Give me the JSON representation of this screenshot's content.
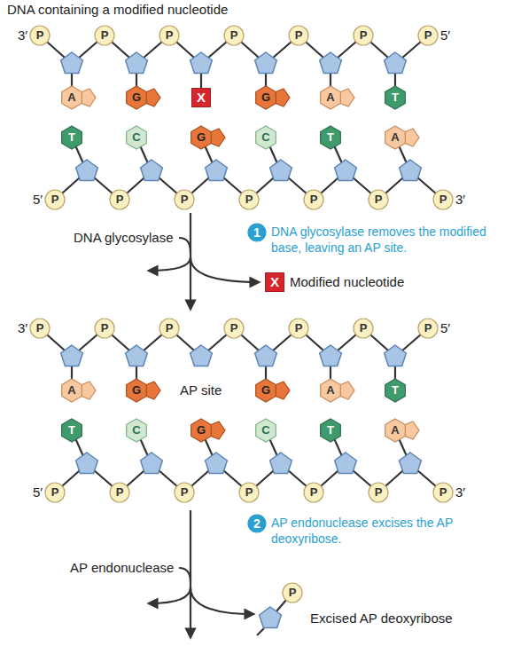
{
  "diagram": {
    "title": "DNA containing a modified nucleotide",
    "nodes": [
      {
        "text": [
          "P"
        ]
      },
      {
        "text": [
          "P"
        ]
      },
      {
        "text": [
          "P"
        ]
      },
      {
        "text": [
          "P"
        ]
      },
      {
        "text": [
          "P"
        ]
      },
      {
        "text": [
          "P"
        ]
      },
      {
        "text": [
          "P"
        ]
      },
      {
        "text": [
          "A"
        ]
      },
      {
        "text": [
          "G"
        ]
      },
      {
        "text": [
          "X"
        ]
      },
      {
        "text": [
          "G"
        ]
      },
      {
        "text": [
          "A"
        ]
      },
      {
        "text": [
          "T"
        ]
      },
      {
        "text": [
          "T"
        ]
      },
      {
        "text": [
          "C"
        ]
      },
      {
        "text": [
          "G"
        ]
      },
      {
        "text": [
          "C"
        ]
      },
      {
        "text": [
          "T"
        ]
      },
      {
        "text": [
          "A"
        ]
      },
      {
        "text": [
          "P"
        ]
      },
      {
        "text": [
          "P"
        ]
      },
      {
        "text": [
          "P"
        ]
      },
      {
        "text": [
          "P"
        ]
      },
      {
        "text": [
          "P"
        ]
      },
      {
        "text": [
          "P"
        ]
      },
      {
        "text": [
          "P"
        ]
      },
      {
        "text": [
          "1"
        ]
      },
      {
        "text": [
          "X"
        ]
      },
      {
        "text": [
          "P"
        ]
      },
      {
        "text": [
          "P"
        ]
      },
      {
        "text": [
          "P"
        ]
      },
      {
        "text": [
          "P"
        ]
      },
      {
        "text": [
          "P"
        ]
      },
      {
        "text": [
          "P"
        ]
      },
      {
        "text": [
          "P"
        ]
      },
      {
        "text": [
          "A"
        ]
      },
      {
        "text": [
          "G"
        ]
      },
      {
        "text": [
          "G"
        ]
      },
      {
        "text": [
          "A"
        ]
      },
      {
        "text": [
          "T"
        ]
      },
      {
        "text": [
          "T"
        ]
      },
      {
        "text": [
          "C"
        ]
      },
      {
        "text": [
          "G"
        ]
      },
      {
        "text": [
          "C"
        ]
      },
      {
        "text": [
          "T"
        ]
      },
      {
        "text": [
          "A"
        ]
      },
      {
        "text": [
          "P"
        ]
      },
      {
        "text": [
          "P"
        ]
      },
      {
        "text": [
          "P"
        ]
      },
      {
        "text": [
          "P"
        ]
      },
      {
        "text": [
          "P"
        ]
      },
      {
        "text": [
          "P"
        ]
      },
      {
        "text": [
          "P"
        ]
      },
      {
        "text": [
          "2"
        ]
      },
      {
        "text": [
          "P"
        ]
      }
    ],
    "labels": [
      "3′",
      "5′",
      "5′",
      "3′",
      "DNA glycosylase",
      "DNA glycosylase removes the modified base, leaving an AP site.",
      "Modified nucleotide",
      "3′",
      "5′",
      "AP site",
      "5′",
      "3′",
      "AP endonuclease",
      "AP endonuclease excises the AP deoxyribose.",
      "Excised AP deoxyribose"
    ]
  }
}
